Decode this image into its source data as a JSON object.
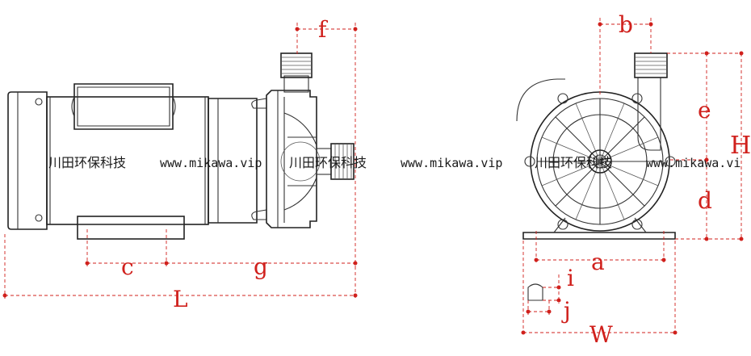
{
  "dimension_labels": {
    "f": "f",
    "b": "b",
    "e": "e",
    "H": "H",
    "d": "d",
    "c": "c",
    "g": "g",
    "L": "L",
    "a": "a",
    "i": "i",
    "j": "j",
    "W": "W"
  },
  "watermarks": [
    "川田环保科技",
    "www.mikawa.vip",
    "川田环保科技",
    "www.mikawa.vip",
    "川田环保科技",
    "www.mikawa.vi"
  ],
  "colors": {
    "dimension": "#d0201c",
    "drawing": "#333333"
  }
}
